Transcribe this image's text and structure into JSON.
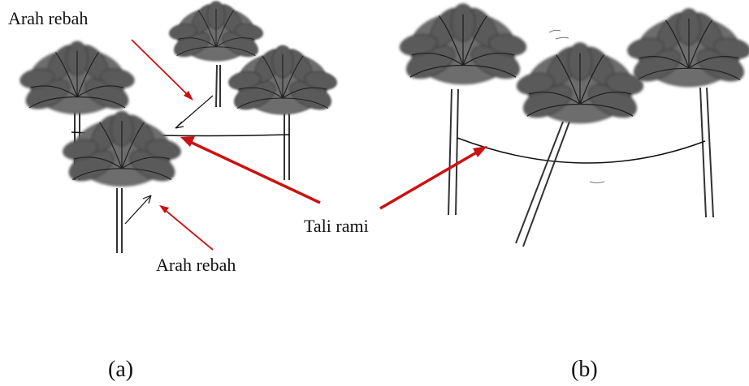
{
  "labels": {
    "fall_direction_top": "Arah rebah",
    "fall_direction_bottom": "Arah rebah",
    "rope": "Tali rami"
  },
  "captions": {
    "panel_a": "(a)",
    "panel_b": "(b)"
  },
  "colors": {
    "arrow": "#cc1111",
    "foliage": "#4a4a4a",
    "trunk": "#333333"
  }
}
